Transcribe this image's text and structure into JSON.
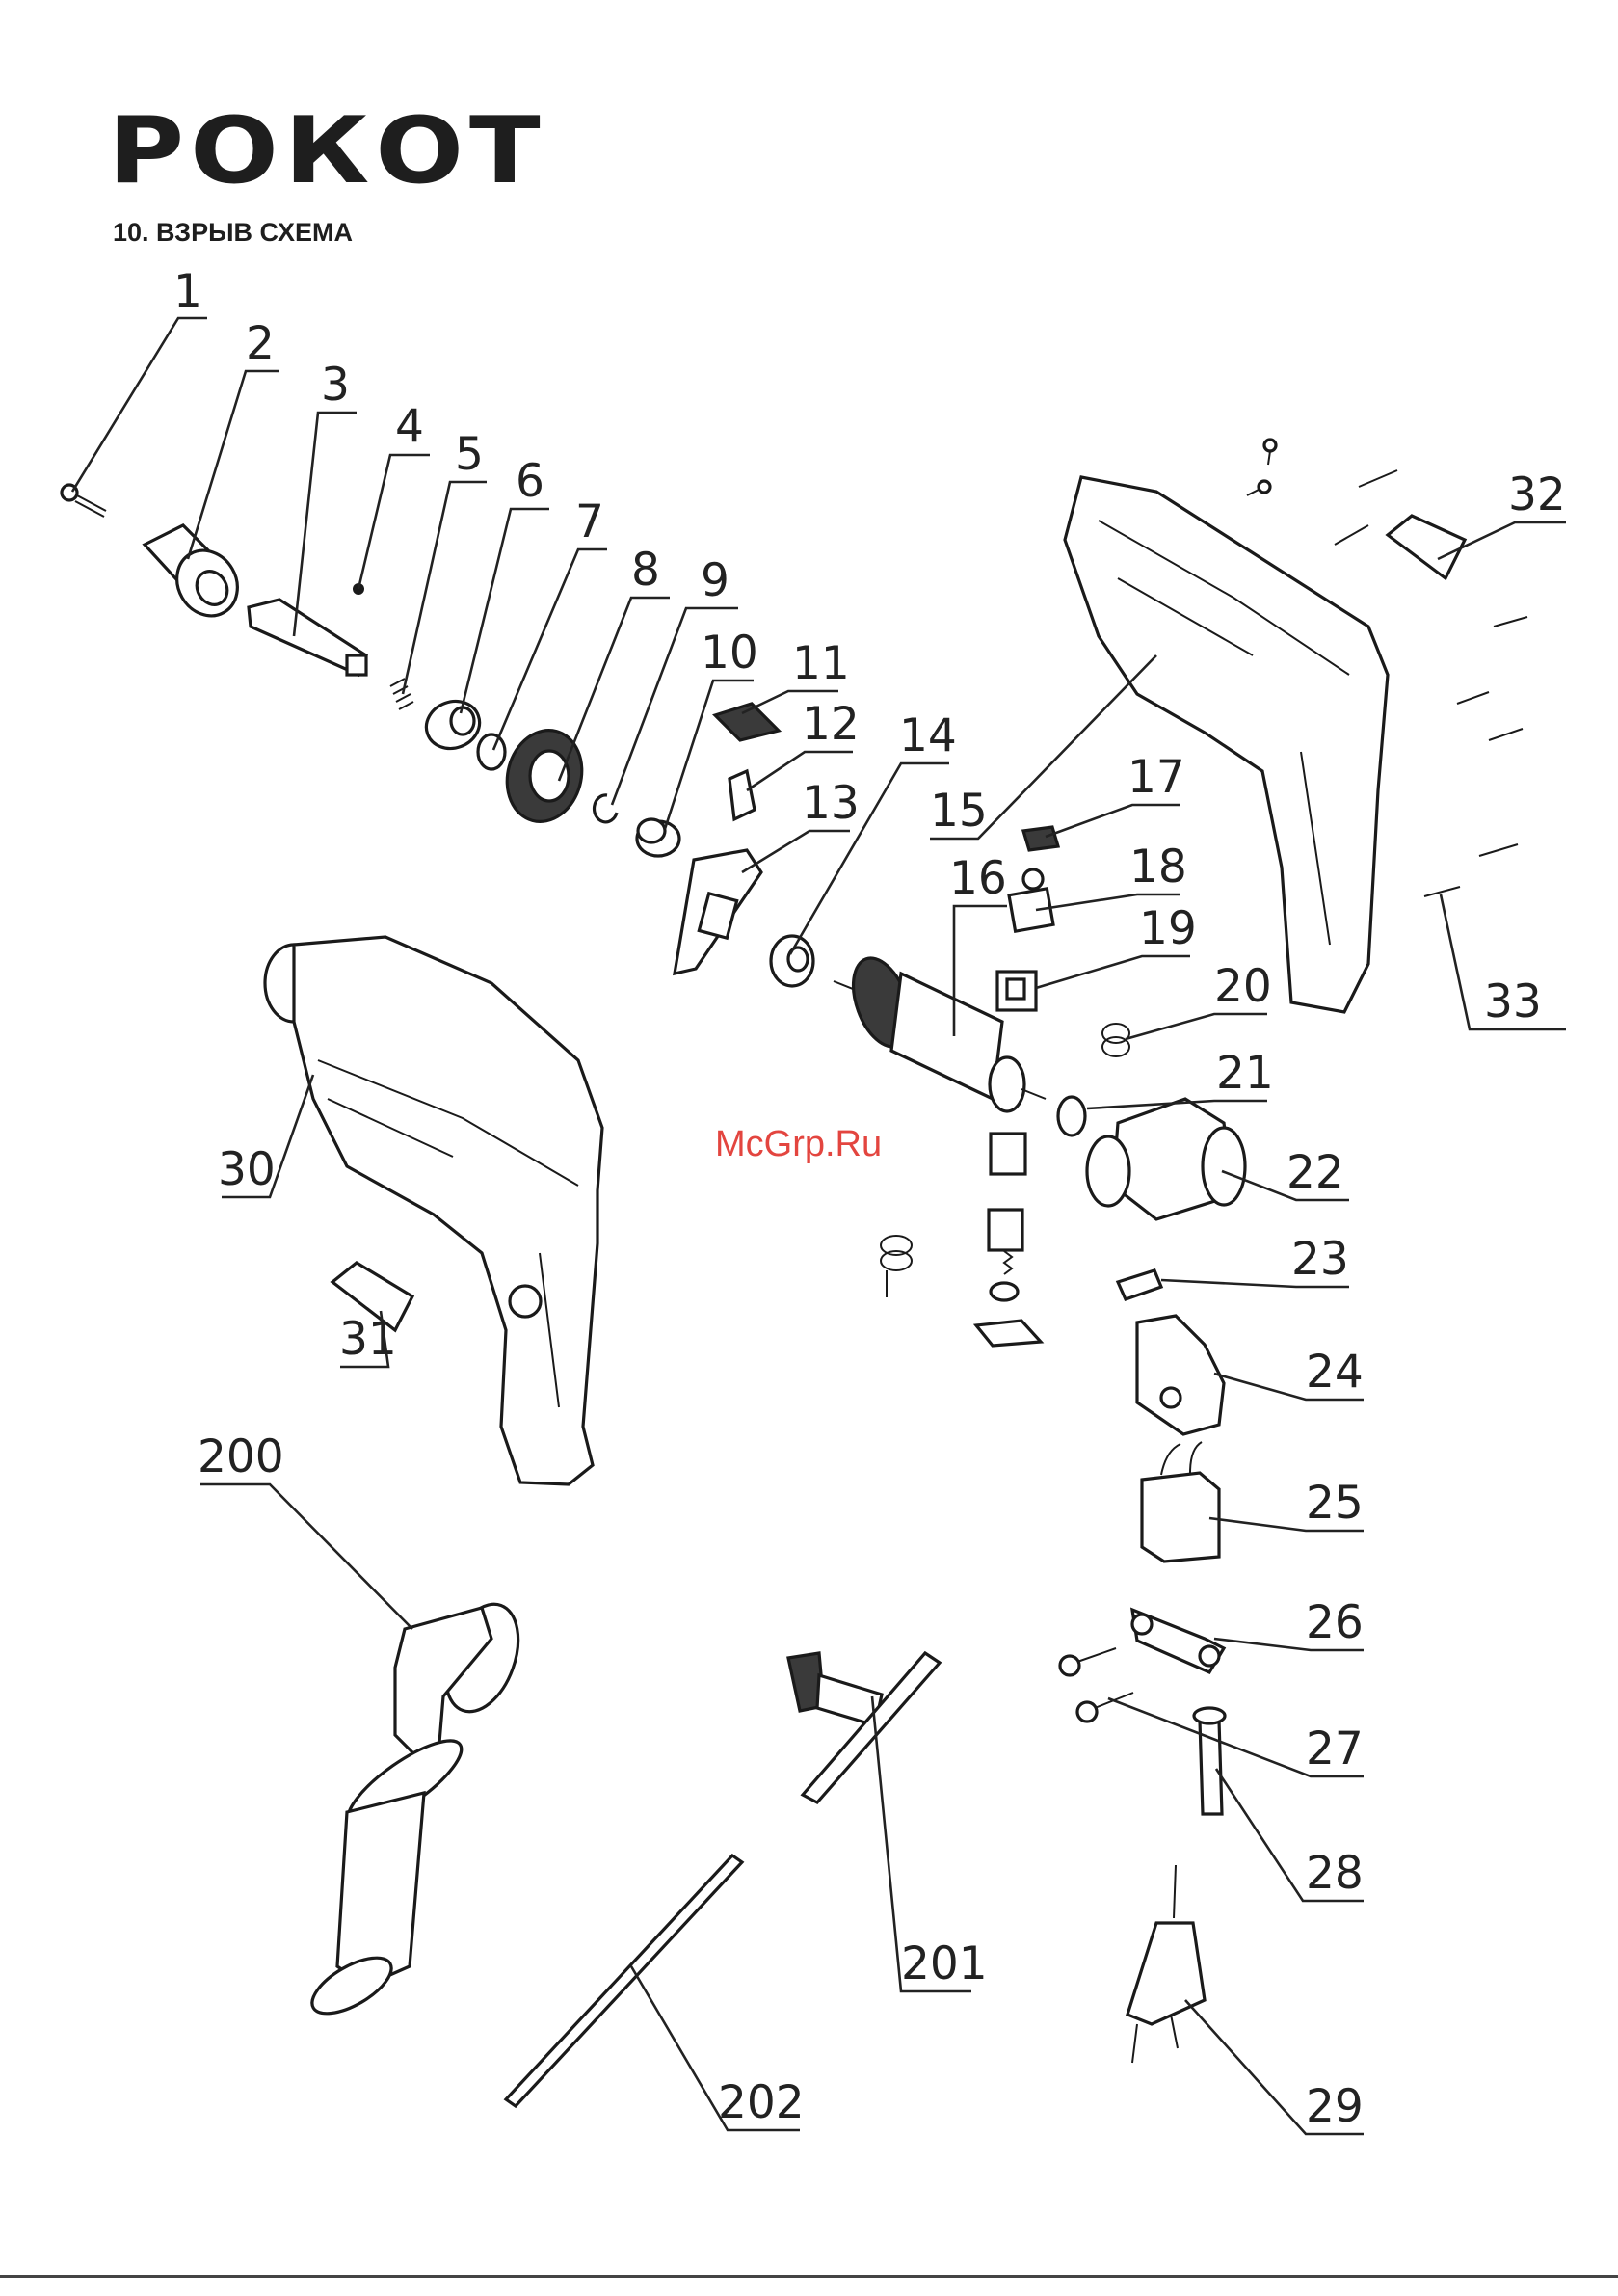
{
  "header": {
    "brand": "РОКОТ",
    "section_title": "10. ВЗРЫВ СХЕМА"
  },
  "watermark": "McGrp.Ru",
  "callouts": [
    "1",
    "2",
    "3",
    "4",
    "5",
    "6",
    "7",
    "8",
    "9",
    "10",
    "11",
    "12",
    "13",
    "14",
    "15",
    "16",
    "17",
    "18",
    "19",
    "20",
    "21",
    "22",
    "23",
    "24",
    "25",
    "26",
    "27",
    "28",
    "29",
    "30",
    "31",
    "32",
    "33",
    "200",
    "201",
    "202"
  ],
  "colors": {
    "ink": "#1a1a1a",
    "watermark": "#e0312b"
  }
}
